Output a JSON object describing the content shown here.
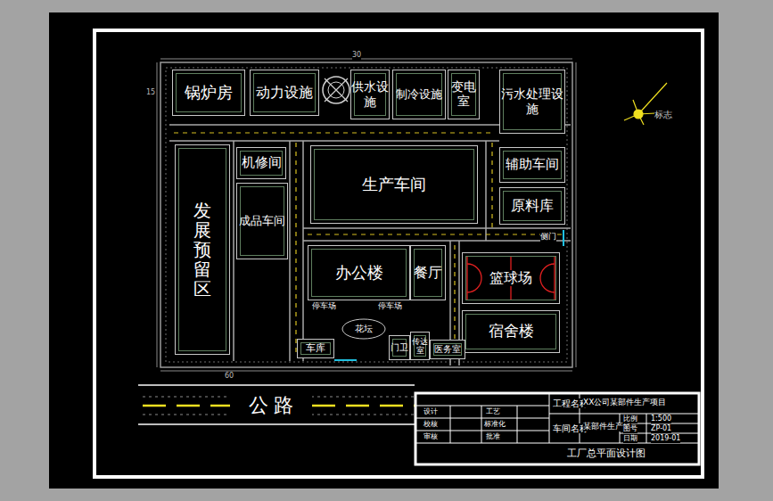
{
  "diagram": {
    "title": "工厂总平面设计图",
    "nodes": [
      {
        "text": [
          "锅炉房"
        ]
      },
      {
        "text": [
          "动力设施"
        ]
      },
      {
        "text": [
          "供水设施"
        ]
      },
      {
        "text": [
          "制冷设施"
        ]
      },
      {
        "text": [
          "变电室"
        ]
      },
      {
        "text": [
          "污水处理设施"
        ]
      },
      {
        "text": [
          "生产车间"
        ]
      },
      {
        "text": [
          "辅助车间"
        ]
      },
      {
        "text": [
          "原料库"
        ]
      },
      {
        "text": [
          "机修间"
        ]
      },
      {
        "text": [
          "成品车间"
        ]
      },
      {
        "text": [
          "发展预留区"
        ]
      },
      {
        "text": [
          "办公楼"
        ]
      },
      {
        "text": [
          "餐厅"
        ]
      },
      {
        "text": [
          "篮球场"
        ]
      },
      {
        "text": [
          "宿舍楼"
        ]
      },
      {
        "text": [
          "车库"
        ]
      },
      {
        "text": [
          "门卫"
        ]
      },
      {
        "text": [
          "传达室"
        ]
      },
      {
        "text": [
          "医务室"
        ]
      },
      {
        "text": [
          "花坛"
        ]
      },
      {
        "text": [
          "公 路"
        ]
      }
    ],
    "labels": [
      "停车场",
      "停车场",
      "侧门",
      "标志",
      "工程名称",
      "XX公司某部件生产项目",
      "车间名称",
      "某部件生产线",
      "设计",
      "校核",
      "审核",
      "工艺",
      "标准化",
      "批准",
      "比例",
      "1:500",
      "图号",
      "ZP-01",
      "日期",
      "2019-01",
      "15",
      "60",
      "30"
    ]
  }
}
